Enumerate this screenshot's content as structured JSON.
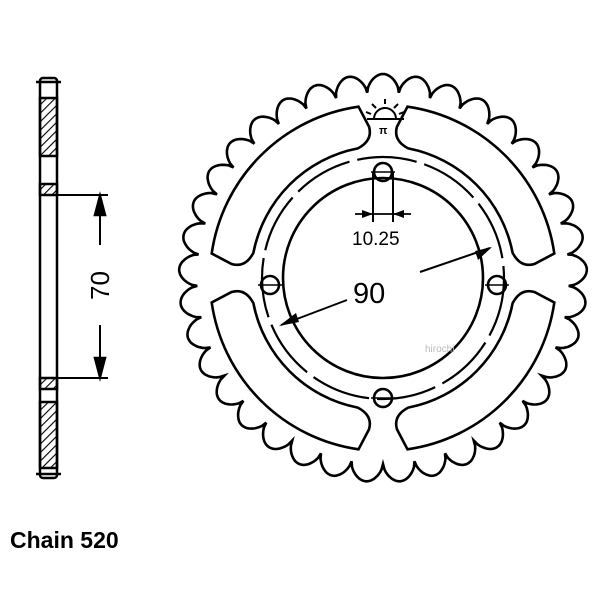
{
  "diagram": {
    "caption": "Chain 520",
    "watermark": "hirochi",
    "dimensions": {
      "hub_width": "70",
      "bolt_circle": "90",
      "bolt_hole": "10.25"
    },
    "sprocket": {
      "teeth": 37,
      "bolt_holes": 4,
      "windows": 4
    },
    "logo_icon": "sun-logo-icon",
    "colors": {
      "line": "#000000",
      "background": "#ffffff"
    }
  }
}
